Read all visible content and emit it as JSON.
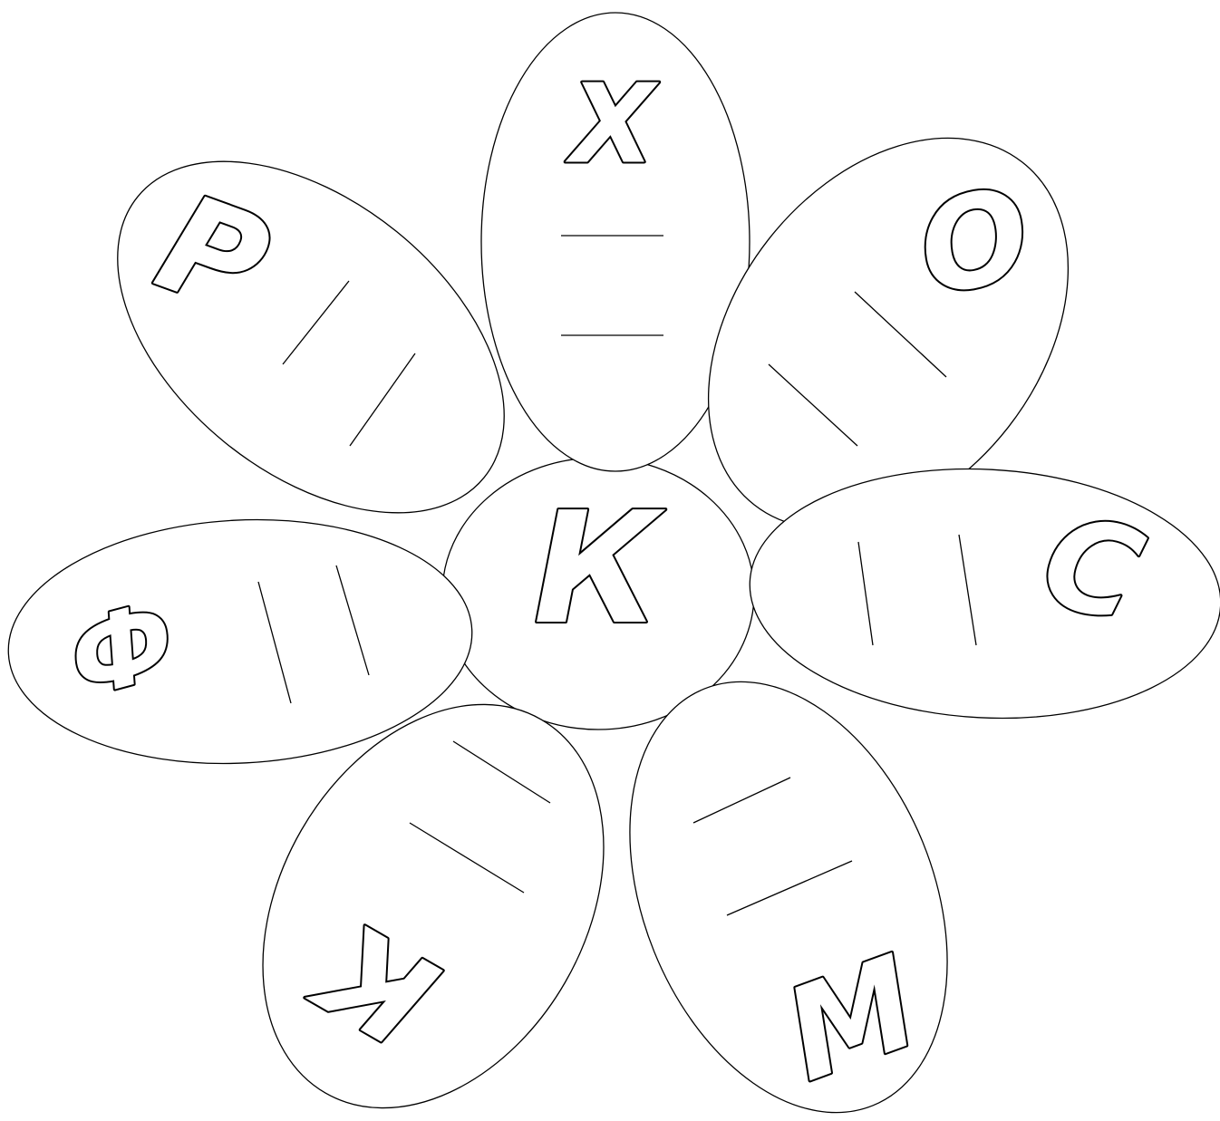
{
  "center": {
    "letter": "К"
  },
  "petals": [
    {
      "id": "top",
      "letter": "Х",
      "blanks": 2
    },
    {
      "id": "upper-right",
      "letter": "О",
      "blanks": 2
    },
    {
      "id": "right",
      "letter": "С",
      "blanks": 2
    },
    {
      "id": "lower-right",
      "letter": "М",
      "blanks": 2
    },
    {
      "id": "lower-left",
      "letter": "К",
      "blanks": 2
    },
    {
      "id": "left",
      "letter": "Ф",
      "blanks": 2
    },
    {
      "id": "upper-left",
      "letter": "Р",
      "blanks": 2
    }
  ],
  "colors": {
    "stroke": "#000000",
    "fill": "#ffffff"
  }
}
